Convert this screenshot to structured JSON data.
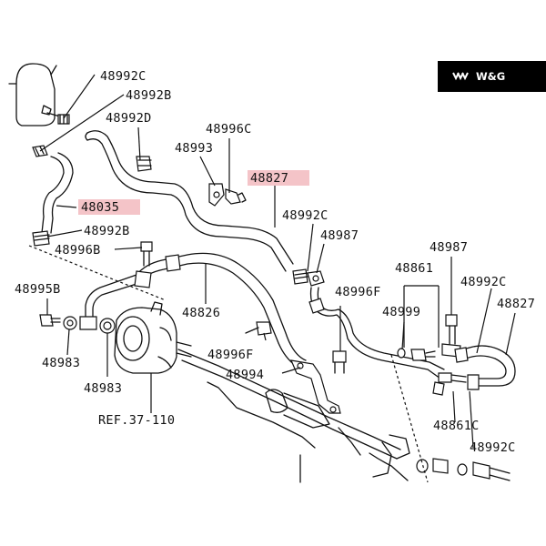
{
  "brand": {
    "name": "W&G",
    "background": "#000000",
    "text_color": "#ffffff"
  },
  "highlight_color": "#f4c4c8",
  "labels": {
    "p48992c_top": "48992C",
    "p48992b_top": "48992B",
    "p48992d": "48992D",
    "p48996c": "48996C",
    "p48993": "48993",
    "p48827_top": "48827",
    "p48035": "48035",
    "p48992c_mid": "48992C",
    "p48992b_mid": "48992B",
    "p48987_mid": "48987",
    "p48996b": "48996B",
    "p48987_right": "48987",
    "p48861": "48861",
    "p48992c_right": "48992C",
    "p48995b": "48995B",
    "p48826": "48826",
    "p48996f_mid": "48996F",
    "p48827_right": "48827",
    "p48999": "48999",
    "p48996f_low": "48996F",
    "p48983_a": "48983",
    "p48994": "48994",
    "p48983_b": "48983",
    "p48861c": "48861C",
    "ref": "REF.37-110",
    "p48992c_bottom": "48992C"
  }
}
